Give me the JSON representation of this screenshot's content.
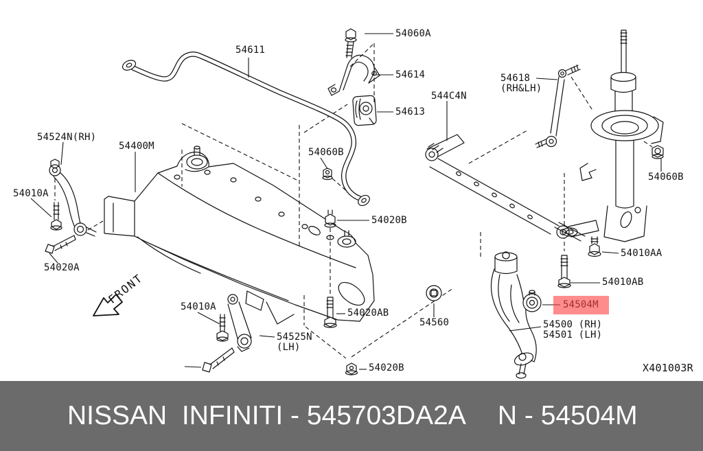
{
  "diagram": {
    "ref_code": "X401003R",
    "front_label": "FRONT",
    "highlight": {
      "part": "54504M",
      "color": "rgba(255,64,64,0.6)"
    },
    "labels": {
      "l54611": "54611",
      "l54060A": "54060A",
      "l54614": "54614",
      "l54613": "54613",
      "l544C4N": "544C4N",
      "l54618": "54618\n(RH&LH)",
      "l54060B_right": "54060B",
      "l54524N": "54524N(RH)",
      "l54400M": "54400M",
      "l54060B_mid": "54060B",
      "l54010A_left": "54010A",
      "l54020B_mid": "54020B",
      "l54020A_left": "54020A",
      "l54010A_mid": "54010A",
      "l54020AB": "54020AB",
      "l54560": "54560",
      "l54504M": "54504M",
      "l54500": "54500 (RH)\n54501 (LH)",
      "l54010AA": "54010AA",
      "l54010AB": "54010AB",
      "l54525N": "54525N\n(LH)",
      "l54020B_bottom": "54020B"
    }
  },
  "footer": {
    "brand_and_part": "NISSAN  INFINITI - 545703DA2A",
    "reference": "N - 54504M",
    "background": "#6b6b6b",
    "text_color": "#ffffff"
  }
}
